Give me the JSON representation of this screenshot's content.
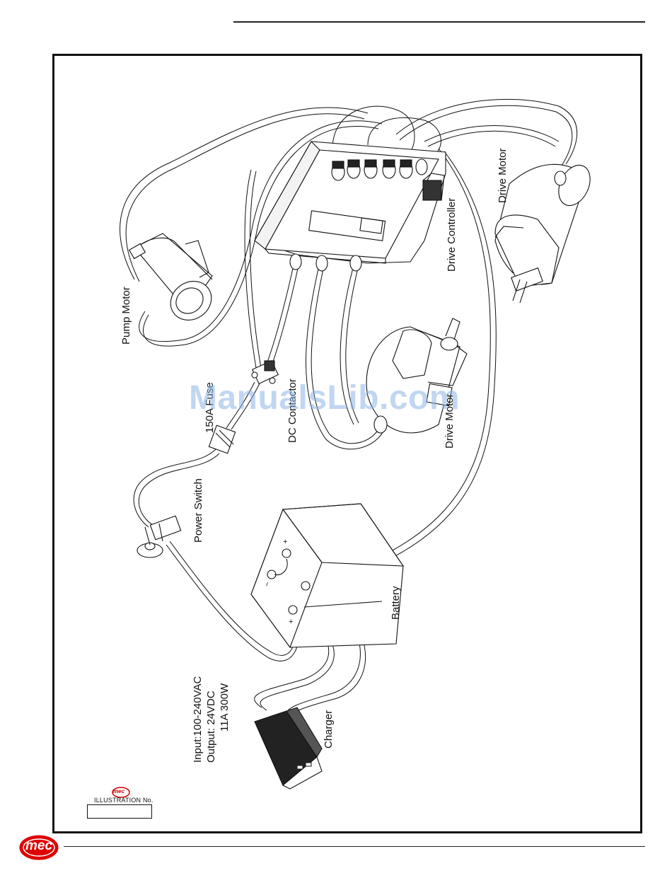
{
  "labels": {
    "pump_motor": "Pump Motor",
    "fuse": "150A Fuse",
    "dc_contactor": "DC Contactor",
    "drive_controller": "Drive Controller",
    "drive_motor_right": "Drive Motor",
    "drive_motor_center": "Drive Motor",
    "power_switch": "Power Switch",
    "battery": "Battery",
    "charger": "Charger",
    "charger_spec": [
      "Input:100-240VAC",
      "Output: 24VDC",
      "11A 300W"
    ],
    "battery_terminal_plus_top": "+",
    "battery_terminal_minus": "−",
    "battery_terminal_plus_bottom": "+"
  },
  "footer": {
    "illustration_label": "ILLUSTRATION No.",
    "logo_text": "mec",
    "small_logo_text": "mec"
  },
  "watermark": "ManualsLib.com"
}
